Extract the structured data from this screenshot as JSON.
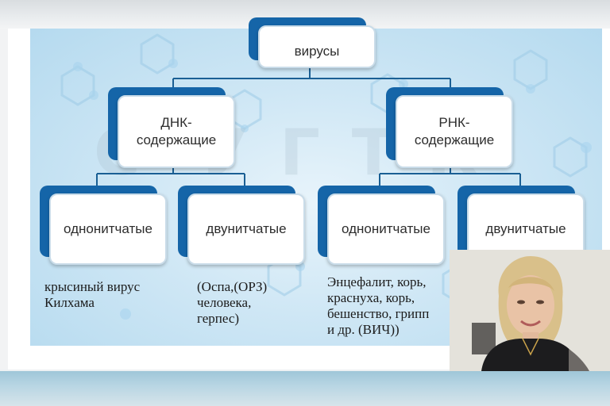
{
  "diagram": {
    "root": "вирусы",
    "branches": [
      {
        "label": "ДНК-\nсодержащие",
        "children": [
          {
            "label": "однонитчатые",
            "note": "крысиный вирус\nКилхама"
          },
          {
            "label": "двунитчатые",
            "note": "(Оспа,(ОРЗ)\nчеловека,\nгерпес)"
          }
        ]
      },
      {
        "label": "РНК-\nсодержащие",
        "children": [
          {
            "label": "однонитчатые",
            "note": "Энцефалит, корь,\nкраснуха, корь,\nбешенство, грипп\nи др. (ВИЧ))"
          },
          {
            "label": "двунитчатые",
            "note": ""
          }
        ]
      }
    ]
  },
  "colors": {
    "node_shadow": "#1565a8",
    "node_fill": "#ffffff",
    "background": "#cfe7f5"
  },
  "webcam": {
    "icon": "presenter-video-feed"
  }
}
